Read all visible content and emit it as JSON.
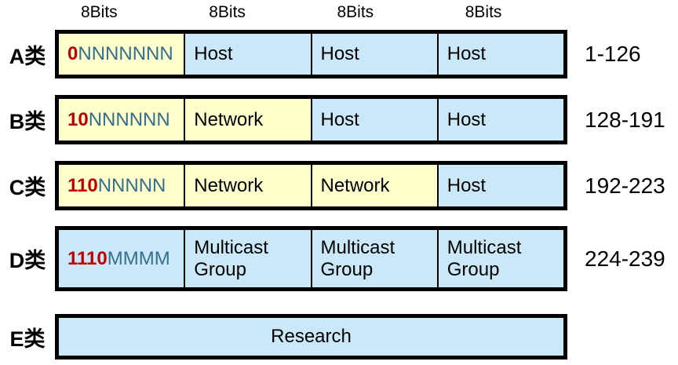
{
  "colors": {
    "cell-yellow": "#FFFFCC",
    "cell-blue": "#CBE8F9",
    "bit-red": "#C00000",
    "bit-teal": "#336F8E",
    "border-black": "#000000"
  },
  "headers": [
    "8Bits",
    "8Bits",
    "8Bits",
    "8Bits"
  ],
  "rows": [
    {
      "label": "A类",
      "range": "1-126",
      "cells": [
        {
          "prefix": "0",
          "rest": "NNNNNNN"
        },
        {
          "text": "Host"
        },
        {
          "text": "Host"
        },
        {
          "text": "Host"
        }
      ]
    },
    {
      "label": "B类",
      "range": "128-191",
      "cells": [
        {
          "prefix": "10",
          "rest": "NNNNNN"
        },
        {
          "text": "Network"
        },
        {
          "text": "Host"
        },
        {
          "text": "Host"
        }
      ]
    },
    {
      "label": "C类",
      "range": "192-223",
      "cells": [
        {
          "prefix": "110",
          "rest": "NNNNN"
        },
        {
          "text": "Network"
        },
        {
          "text": "Network"
        },
        {
          "text": "Host"
        }
      ]
    },
    {
      "label": "D类",
      "range": "224-239",
      "cells": [
        {
          "prefix": "1110",
          "rest": "MMMM"
        },
        {
          "text": "Multicast Group"
        },
        {
          "text": "Multicast Group"
        },
        {
          "text": "Multicast Group"
        }
      ]
    },
    {
      "label": "E类",
      "range": "",
      "cells": [
        {
          "text": "Research"
        }
      ]
    }
  ]
}
